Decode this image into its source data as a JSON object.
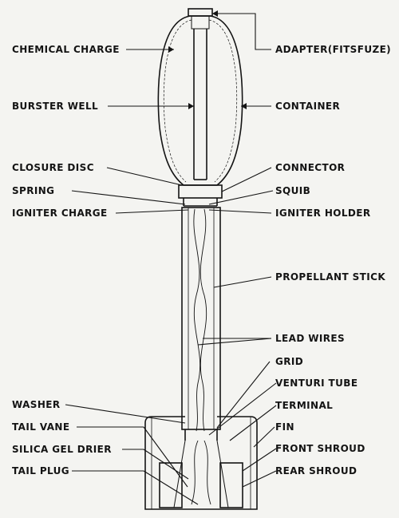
{
  "labels": {
    "left": [
      "CHEMICAL CHARGE",
      "BURSTER WELL",
      "CLOSURE DISC",
      "SPRING",
      "IGNITER CHARGE",
      "WASHER",
      "TAIL VANE",
      "SILICA GEL DRIER",
      "TAIL PLUG"
    ],
    "right": [
      "ADAPTER(FITSFUZE)",
      "CONTAINER",
      "CONNECTOR",
      "SQUIB",
      "IGNITER HOLDER",
      "PROPELLANT STICK",
      "LEAD WIRES",
      "GRID",
      "VENTURI TUBE",
      "TERMINAL",
      "FIN",
      "FRONT SHROUD",
      "REAR SHROUD"
    ]
  },
  "colors": {
    "ink": "#141414",
    "paper": "#f4f4f1"
  }
}
